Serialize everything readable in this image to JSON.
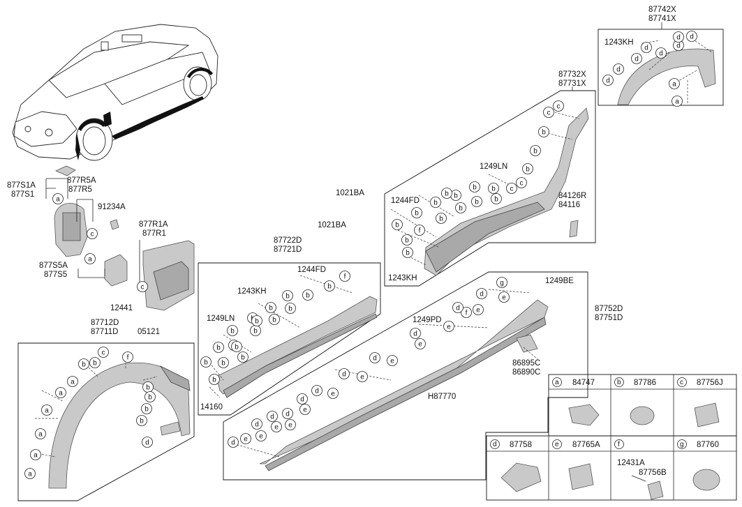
{
  "labels": {
    "p87742x": "87742X",
    "p87741x": "87741X",
    "p1243kh_a": "1243KH",
    "p87732x": "87732X",
    "p87731x": "87731X",
    "p1249ln_a": "1249LN",
    "p1021ba_a": "1021BA",
    "p1244fd_a": "1244FD",
    "p84126r": "84126R",
    "p84116": "84116",
    "p1021ba_b": "1021BA",
    "p1243kh_b": "1243KH",
    "p877s1a": "877S1A",
    "p877s1": "877S1",
    "p877r5a": "877R5A",
    "p877r5": "877R5",
    "p91234a": "91234A",
    "p877r1a": "877R1A",
    "p877r1": "877R1",
    "p877s5a": "877S5A",
    "p877s5": "877S5",
    "p12441": "12441",
    "p05121": "05121",
    "p87712d": "87712D",
    "p87711d": "87711D",
    "p87722d": "87722D",
    "p87721d": "87721D",
    "p1244fd_b": "1244FD",
    "p1243kh_c": "1243KH",
    "p1249ln_b": "1249LN",
    "p14160": "14160",
    "p1249be": "1249BE",
    "p87752d": "87752D",
    "p87751d": "87751D",
    "p1249pd": "1249PD",
    "p86895c": "86895C",
    "p86890c": "86890C",
    "p87770": "H87770"
  },
  "legend": [
    {
      "letter": "a",
      "part": "84747"
    },
    {
      "letter": "b",
      "part": "87786"
    },
    {
      "letter": "c",
      "part": "87756J"
    },
    {
      "letter": "d",
      "part": "87758"
    },
    {
      "letter": "e",
      "part": "87765A"
    },
    {
      "letter": "f",
      "part": "",
      "sub1": "12431A",
      "sub2": "87756B"
    },
    {
      "letter": "g",
      "part": "87760"
    }
  ]
}
